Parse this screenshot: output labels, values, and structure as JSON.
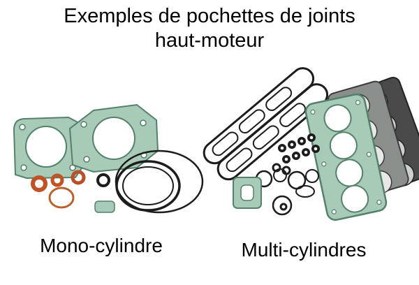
{
  "page": {
    "title": {
      "line1": "Exemples de pochettes de joints",
      "line2": "haut-moteur"
    },
    "labels": {
      "mono": "Mono-cylindre",
      "multi": "Multi-cylindres"
    },
    "colors": {
      "background": "#ffffff",
      "text": "#000000",
      "gasket_teal": "#a7cbb6",
      "gasket_teal_outline": "#54806c",
      "oring_orange": "#c05326",
      "outline_black": "#1c1c1c",
      "gasket_gray": "#8a8f8c",
      "gasket_dark": "#4a4a4a"
    }
  }
}
